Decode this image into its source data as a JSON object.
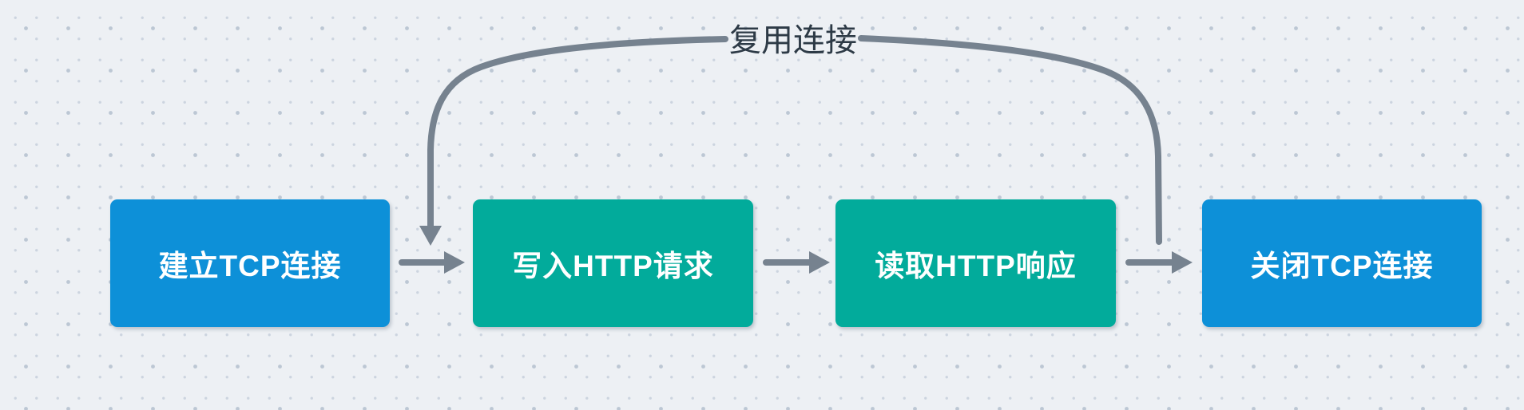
{
  "diagram": {
    "reuse_label": "复用连接",
    "nodes": [
      {
        "id": "establish-tcp-connection",
        "label": "建立TCP连接",
        "color": "#0d90d8"
      },
      {
        "id": "write-http-request",
        "label": "写入HTTP请求",
        "color": "#02ab9b"
      },
      {
        "id": "read-http-response",
        "label": "读取HTTP响应",
        "color": "#02ab9b"
      },
      {
        "id": "close-tcp-connection",
        "label": "关闭TCP连接",
        "color": "#0d90d8"
      }
    ],
    "flow": [
      "建立TCP连接 → 写入HTTP请求",
      "写入HTTP请求 → 读取HTTP响应",
      "读取HTTP响应 → 关闭TCP连接",
      "读取HTTP响应/关闭TCP连接 → (复用连接) → 写入HTTP请求"
    ],
    "colors": {
      "node_blue": "#0d90d8",
      "node_teal": "#02ab9b",
      "connector_gray": "#76828f",
      "edge_label_text": "#2d3a46",
      "node_text": "#ffffff",
      "canvas_bg": "#edf0f4"
    }
  }
}
